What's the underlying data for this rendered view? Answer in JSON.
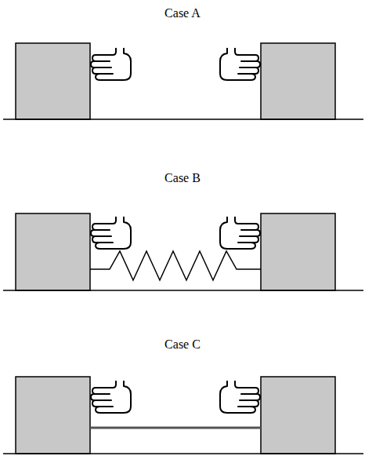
{
  "diagram": {
    "labels": [
      "Case A",
      "Case B",
      "Case C"
    ]
  }
}
